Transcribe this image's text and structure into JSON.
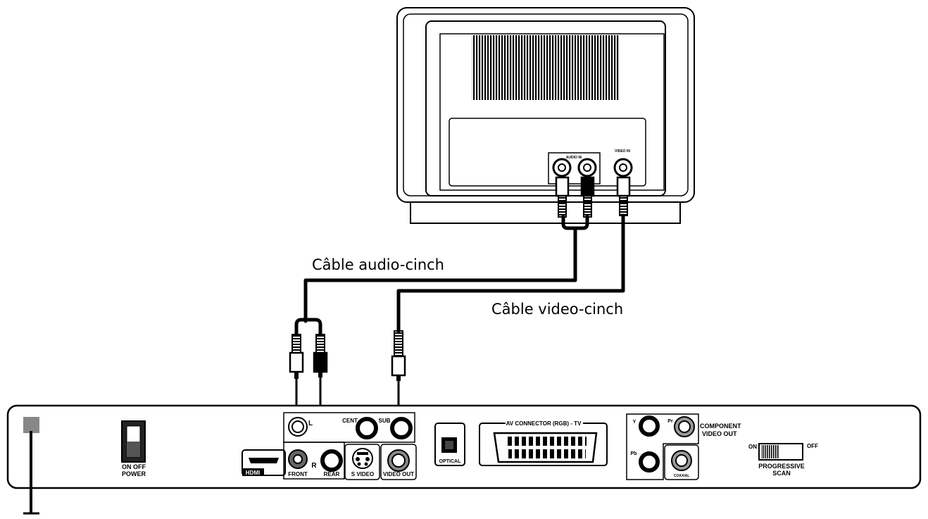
{
  "cables": {
    "audio": "Câble audio-cinch",
    "video": "Câble video-cinch"
  },
  "tv": {
    "audio_in": "AUDIO IN",
    "video_in": "VIDEO IN"
  },
  "player": {
    "power_switch": "ON OFF",
    "power_label": "POWER",
    "hdmi": "HDMI",
    "audio_l": "L",
    "audio_r": "R",
    "front": "FRONT",
    "rear": "REAR",
    "cent": "CENT",
    "sub": "SUB",
    "s_video": "S VIDEO",
    "video_out": "VIDEO OUT",
    "optical": "OPTICAL",
    "av_connector": "AV CONNECTOR (RGB) - TV",
    "component_y": "Y",
    "component_pr": "Pr",
    "component_pb": "Pb",
    "component_line1": "COMPONENT",
    "component_line2": "VIDEO OUT",
    "coaxial": "COAXIAL",
    "prog_on": "ON",
    "prog_off": "OFF",
    "progressive": "PROGRESSIVE",
    "scan": "SCAN"
  }
}
